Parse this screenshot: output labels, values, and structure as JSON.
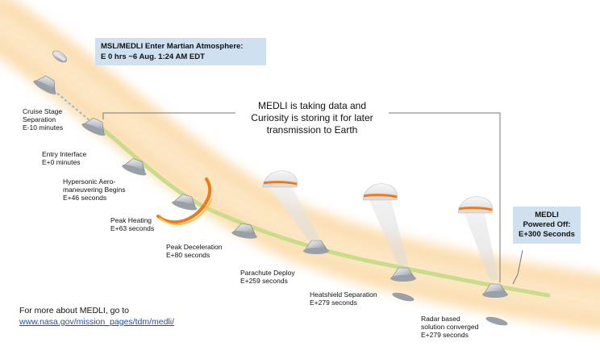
{
  "header_box": {
    "line1": "MSL/MEDLI Enter Martian Atmosphere:",
    "line2": "E 0 hrs ~6 Aug. 1:24  AM  EDT"
  },
  "medli_note": {
    "line1": "MEDLI is taking data and",
    "line2": "Curiosity is storing it for later",
    "line3": "transmission to Earth"
  },
  "powered_off": {
    "line1": "MEDLI",
    "line2": "Powered Off:",
    "line3": "E+300 Seconds"
  },
  "events": [
    {
      "line1": "Cruise Stage",
      "line2": "Separation",
      "line3": "E-10 minutes"
    },
    {
      "line1": "Entry Interface",
      "line2": "E+0 minutes"
    },
    {
      "line1": "Hypersonic Aero-",
      "line2": "maneuvering Begins",
      "line3": "E+46 seconds"
    },
    {
      "line1": "Peak Heating",
      "line2": "E+63 seconds"
    },
    {
      "line1": "Peak Deceleration",
      "line2": "E+80 seconds"
    },
    {
      "line1": "Parachute Deploy",
      "line2": "E+259 seconds"
    },
    {
      "line1": "Heatshield Separation",
      "line2": "E+279 seconds"
    },
    {
      "line1": "Radar based",
      "line2": "solution converged",
      "line3": "E+279 seconds"
    }
  ],
  "footer": {
    "text": "For more about MEDLI, go to",
    "link": "www.nasa.gov/mission_pages/tdm/medli/"
  },
  "colors": {
    "trajectory_glow": "#fbd9a6",
    "trajectory_line": "#c9dc8a",
    "callout_fill": "#cfe0f0",
    "link": "#1f4fa8",
    "heating": "#f07a1a"
  }
}
